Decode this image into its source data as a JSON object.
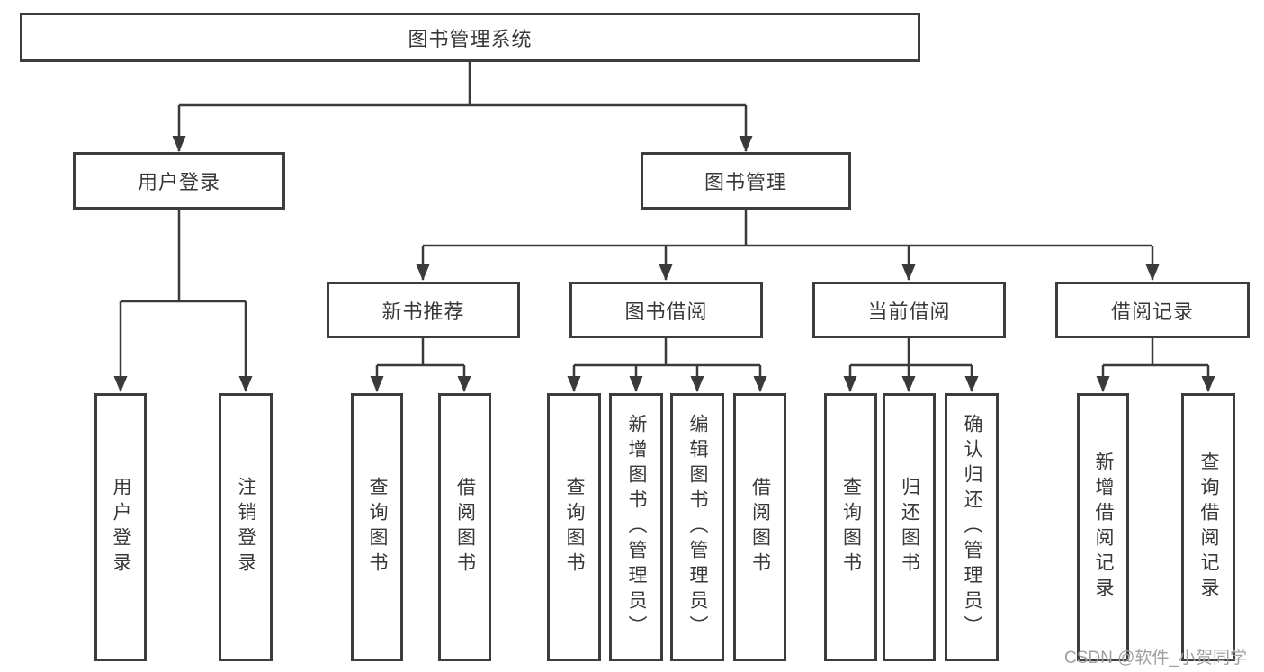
{
  "diagram_title": "图书管理系统",
  "watermark": "CSDN @软件_小贺同学",
  "colors": {
    "line": "#3a3a3a",
    "box_border": "#3d3d3d",
    "text": "#383838",
    "watermark": "#a0a0a0",
    "background": "#ffffff"
  },
  "nodes": {
    "root": "图书管理系统",
    "login_group": "用户登录",
    "book_mgmt": "图书管理",
    "new_book_rec": "新书推荐",
    "book_borrowing": "图书借阅",
    "current_borrowing": "当前借阅",
    "borrowing_records": "借阅记录",
    "user_login": "用户登录",
    "logout_login": "注销登录",
    "nbr_query_books": "查询图书",
    "nbr_borrow_books": "借阅图书",
    "bb_query_books": "查询图书",
    "bb_add_books": "新增图书（管理员）",
    "bb_edit_books": "编辑图书（管理员）",
    "bb_borrow_books": "借阅图书",
    "cb_query_books": "查询图书",
    "cb_return_books": "归还图书",
    "cb_confirm_return": "确认归还（管理员）",
    "br_add_record": "新增借阅记录",
    "br_query_record": "查询借阅记录"
  },
  "structure": {
    "root_children": [
      "login_group",
      "book_mgmt"
    ],
    "login_group_children": [
      "user_login",
      "logout_login"
    ],
    "book_mgmt_children": [
      "new_book_rec",
      "book_borrowing",
      "current_borrowing",
      "borrowing_records"
    ],
    "new_book_rec_children": [
      "nbr_query_books",
      "nbr_borrow_books"
    ],
    "book_borrowing_children": [
      "bb_query_books",
      "bb_add_books",
      "bb_edit_books",
      "bb_borrow_books"
    ],
    "current_borrowing_children": [
      "cb_query_books",
      "cb_return_books",
      "cb_confirm_return"
    ],
    "borrowing_records_children": [
      "br_add_record",
      "br_query_record"
    ]
  }
}
